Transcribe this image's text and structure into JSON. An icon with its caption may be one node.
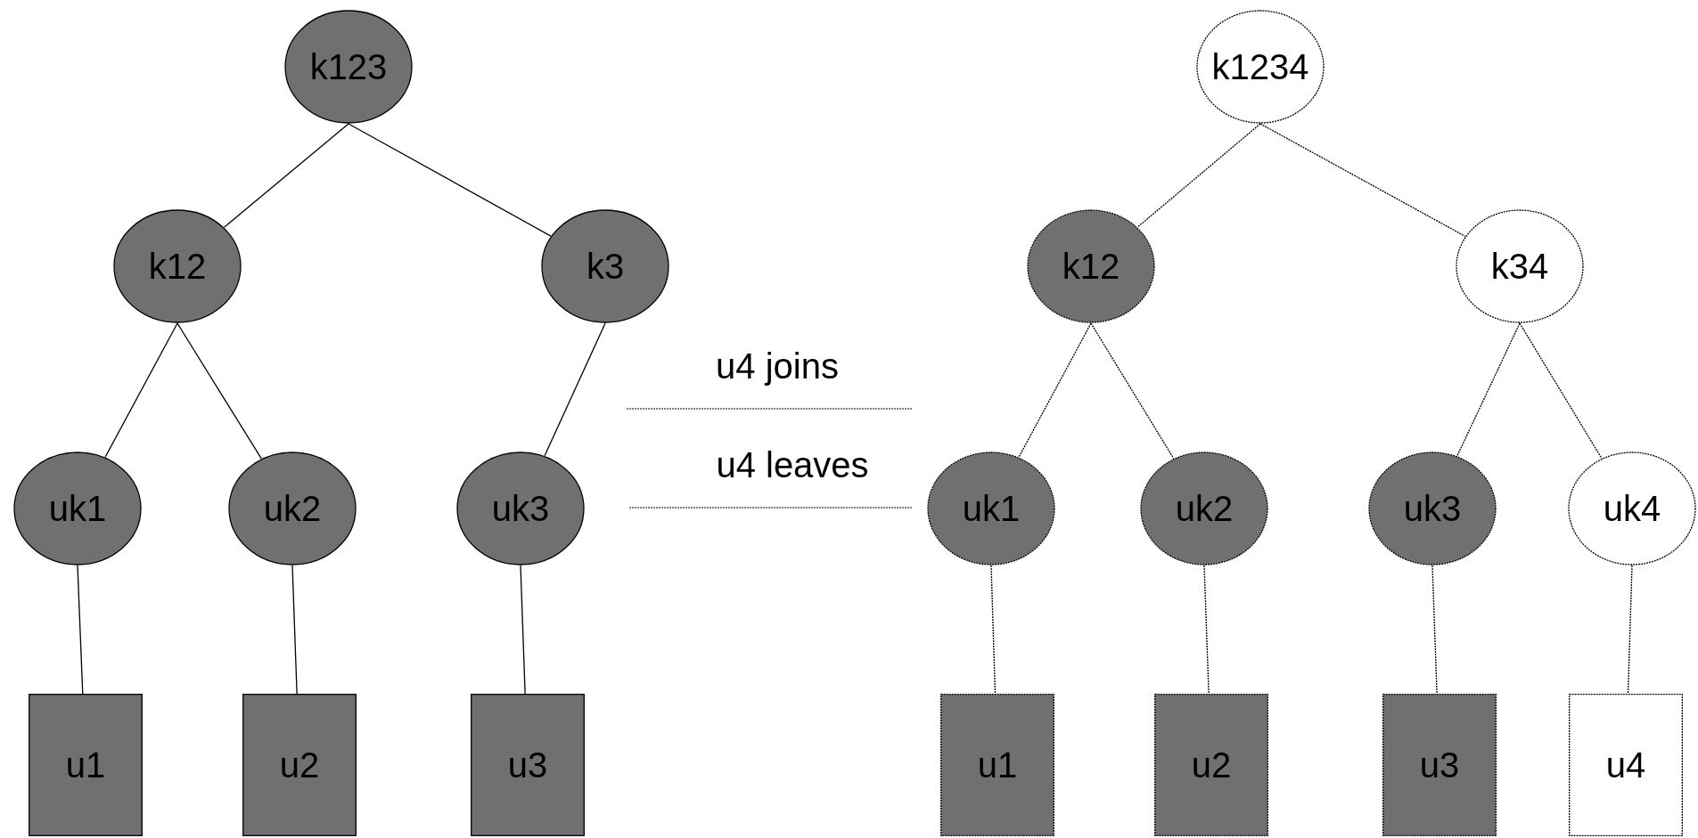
{
  "diagram": {
    "nodes": [
      {
        "text": [
          "k123"
        ]
      },
      {
        "text": [
          "k12"
        ]
      },
      {
        "text": [
          "k3"
        ]
      },
      {
        "text": [
          "uk1"
        ]
      },
      {
        "text": [
          "uk2"
        ]
      },
      {
        "text": [
          "uk3"
        ]
      },
      {
        "text": [
          "u1"
        ]
      },
      {
        "text": [
          "u2"
        ]
      },
      {
        "text": [
          "u3"
        ]
      },
      {
        "text": [
          "k1234"
        ]
      },
      {
        "text": [
          "k12"
        ]
      },
      {
        "text": [
          "k34"
        ]
      },
      {
        "text": [
          "uk1"
        ]
      },
      {
        "text": [
          "uk2"
        ]
      },
      {
        "text": [
          "uk3"
        ]
      },
      {
        "text": [
          "uk4"
        ]
      },
      {
        "text": [
          "u1"
        ]
      },
      {
        "text": [
          "u2"
        ]
      },
      {
        "text": [
          "u3"
        ]
      },
      {
        "text": [
          "u4"
        ]
      }
    ],
    "edges": [
      {
        "from": 0,
        "to": 1,
        "arrow": "none"
      },
      {
        "from": 0,
        "to": 2,
        "arrow": "none"
      },
      {
        "from": 1,
        "to": 3,
        "arrow": "none"
      },
      {
        "from": 1,
        "to": 4,
        "arrow": "none"
      },
      {
        "from": 2,
        "to": 5,
        "arrow": "none"
      },
      {
        "from": 3,
        "to": 6,
        "arrow": "none"
      },
      {
        "from": 4,
        "to": 7,
        "arrow": "none"
      },
      {
        "from": 5,
        "to": 8,
        "arrow": "none"
      },
      {
        "from": 9,
        "to": 10,
        "arrow": "none",
        "style": "dashed"
      },
      {
        "from": 9,
        "to": 11,
        "arrow": "none",
        "style": "dashed"
      },
      {
        "from": 10,
        "to": 12,
        "arrow": "none",
        "style": "dashed"
      },
      {
        "from": 10,
        "to": 13,
        "arrow": "none",
        "style": "dashed"
      },
      {
        "from": 11,
        "to": 14,
        "arrow": "none",
        "style": "dashed"
      },
      {
        "from": 11,
        "to": 15,
        "arrow": "none",
        "style": "dashed"
      },
      {
        "from": 12,
        "to": 16,
        "arrow": "none",
        "style": "dashed"
      },
      {
        "from": 13,
        "to": 17,
        "arrow": "none",
        "style": "dashed"
      },
      {
        "from": 14,
        "to": 18,
        "arrow": "none",
        "style": "dashed"
      },
      {
        "from": 15,
        "to": 19,
        "arrow": "none",
        "style": "dashed"
      }
    ],
    "labels": [
      "u4 joins",
      "u4 leaves"
    ]
  }
}
